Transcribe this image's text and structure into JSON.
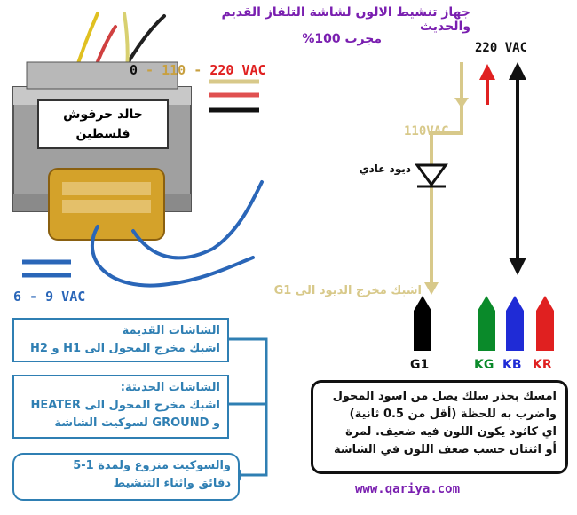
{
  "title": "جهاز تنشيط الالون لشاشة التلفاز القديم والحديث",
  "subtitle": "مجرب 100%",
  "maker": {
    "line1": "خالد حرفوش",
    "line2": "فلسطين"
  },
  "voltage_top": {
    "v0": "0",
    "sep1": " - ",
    "v110": "110",
    "sep2": " - ",
    "v220": "220 VAC"
  },
  "voltage_low": "6 - 9 VAC",
  "labels": {
    "vac220": "220 VAC",
    "vac110": "110VAC",
    "diode": "ديود عادي",
    "connect_g1": "اشبك مخرج الديود الى G1"
  },
  "guns": [
    {
      "label": "G1",
      "color": "#000000"
    },
    {
      "label": "KG",
      "color": "#0a8a2a"
    },
    {
      "label": "KB",
      "color": "#1f2bd6"
    },
    {
      "label": "KR",
      "color": "#e02020"
    }
  ],
  "boxes": {
    "old_title": "الشاشات القديمة",
    "old_text": "اشبك مخرج المحول الى H1 و H2",
    "new_title": "الشاشات الحديثة:",
    "new_line1": "اشبك مخرج المحول الى HEATER",
    "new_line2": "و GROUND لسوكيت الشاشة",
    "socket_line1": "والسوكيت منزوع ولمدة 1-5",
    "socket_line2": "دقائق واثناء التنشيط"
  },
  "note": {
    "line1": "امسك بحذر سلك يصل من اسود المحول",
    "line2": "واضرب به للحظة (أقل من 0.5 ثانية)",
    "line3": "اي كاثود يكون اللون فيه ضعيف. لمرة",
    "line4": "أو اثنتان حسب ضعف اللون في الشاشة"
  },
  "website": "www.qariya.com",
  "colors": {
    "purple": "#7a1fb0",
    "tan": "#d8c98a",
    "red": "#e02020",
    "box_blue": "#2f7fb3"
  }
}
